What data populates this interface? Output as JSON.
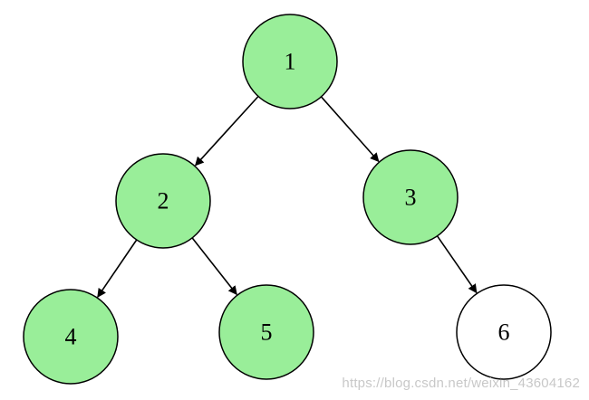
{
  "diagram": {
    "type": "binary-tree",
    "colors": {
      "filled_node": "#99ee99",
      "empty_node": "#ffffff",
      "stroke": "#000000"
    },
    "nodes": [
      {
        "id": "1",
        "label": "1",
        "filled": true
      },
      {
        "id": "2",
        "label": "2",
        "filled": true
      },
      {
        "id": "3",
        "label": "3",
        "filled": true
      },
      {
        "id": "4",
        "label": "4",
        "filled": true
      },
      {
        "id": "5",
        "label": "5",
        "filled": true
      },
      {
        "id": "6",
        "label": "6",
        "filled": false
      }
    ],
    "edges": [
      {
        "from": "1",
        "to": "2"
      },
      {
        "from": "1",
        "to": "3"
      },
      {
        "from": "2",
        "to": "4"
      },
      {
        "from": "2",
        "to": "5"
      },
      {
        "from": "3",
        "to": "6"
      }
    ]
  },
  "watermark": "https://blog.csdn.net/weixin_43604162"
}
